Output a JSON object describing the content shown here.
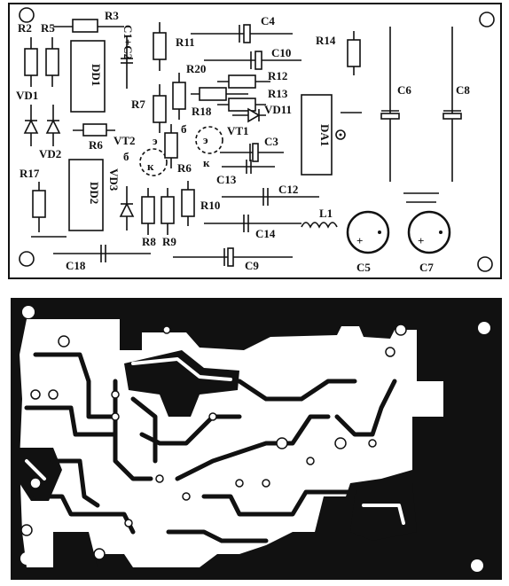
{
  "labels": {
    "R3": "R3",
    "R2": "R2",
    "R5": "R5",
    "C1C2": "C1+C2",
    "R11": "R11",
    "C4": "C4",
    "R14": "R14",
    "C10": "C10",
    "R20": "R20",
    "R12": "R12",
    "R13": "R13",
    "R7": "R7",
    "R18": "R18",
    "VD11": "VD11",
    "VD1": "VD1",
    "VD2": "VD2",
    "R6a": "R6",
    "VT2": "VT2",
    "VT1": "VT1",
    "C3": "C3",
    "R6b": "R6",
    "C13": "C13",
    "C12": "C12",
    "R17": "R17",
    "VD3": "VD3",
    "R10": "R10",
    "R8": "R8",
    "R9": "R9",
    "C14": "C14",
    "L1": "L1",
    "C18": "C18",
    "C9": "C9",
    "C5": "C5",
    "C7": "C7",
    "C6": "C6",
    "C8": "C8",
    "DD1": "DD1",
    "DD2": "DD2",
    "DA1": "DA1",
    "VT2e": "э",
    "VT2b": "б",
    "VT2k": "к",
    "VT1e": "э",
    "VT1b": "б",
    "VT1k": "к",
    "plus5": "+",
    "plus7": "+"
  }
}
